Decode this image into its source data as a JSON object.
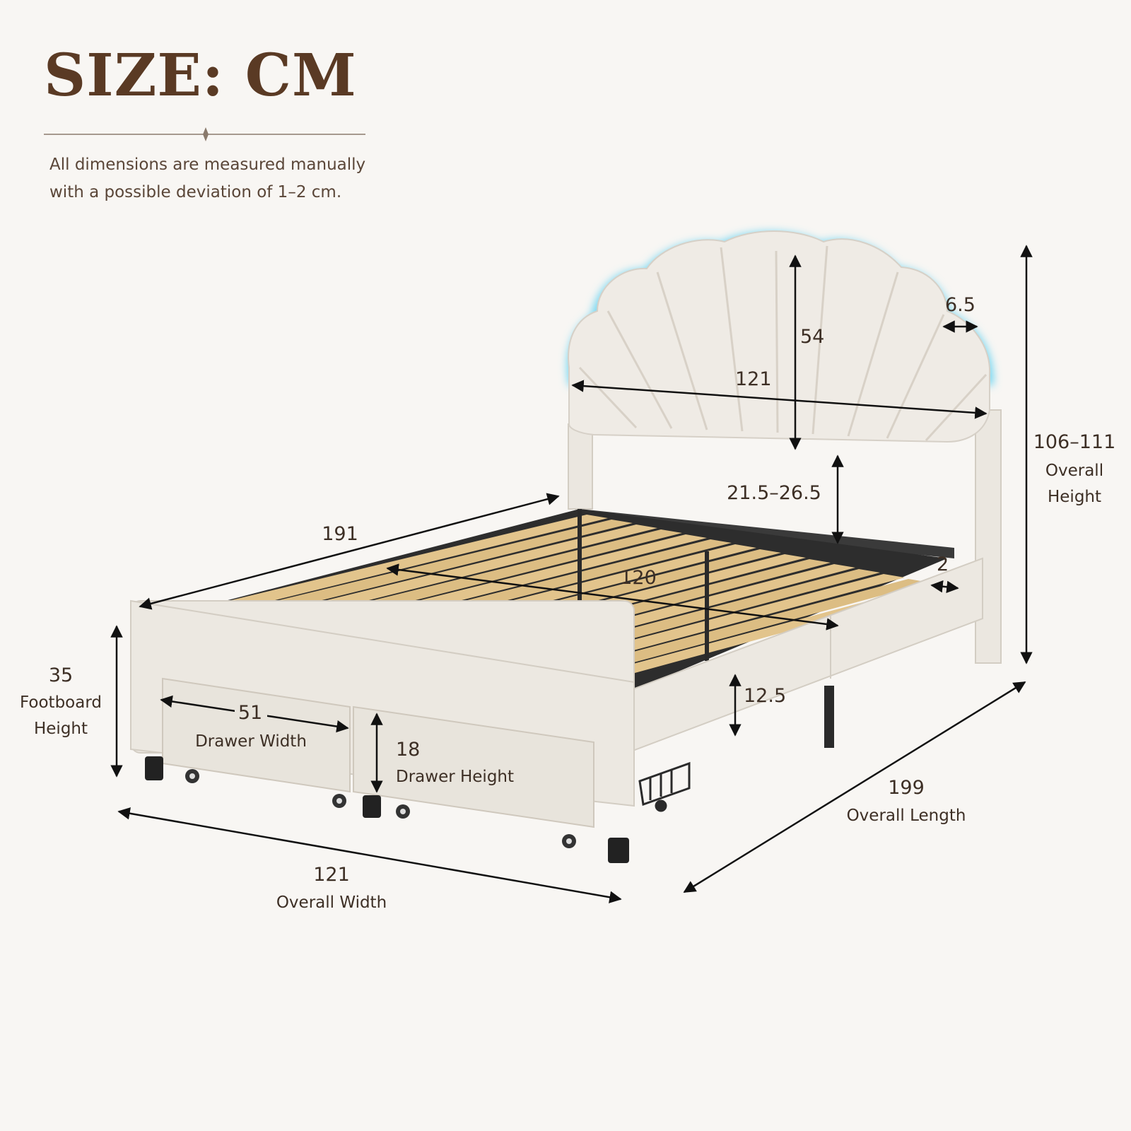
{
  "header": {
    "title": "SIZE: CM",
    "note_line1": "All dimensions are measured manually",
    "note_line2": "with a possible deviation of 1–2 cm."
  },
  "colors": {
    "title": "#5a3a24",
    "text": "#3d2f25",
    "background": "#f8f6f3",
    "fabric": "#ece8e1",
    "led": "#6ad4f2",
    "slat": "#e2c48c",
    "metal": "#2a2a2a"
  },
  "dimensions": {
    "headboard_height": "54",
    "headboard_width": "121",
    "headboard_thickness": "6.5",
    "overall_height_value": "106–111",
    "overall_height_label_1": "Overall",
    "overall_height_label_2": "Height",
    "headboard_gap": "21.5–26.5",
    "side_rail_length": "191",
    "inner_width": "120",
    "rail_thickness": "2",
    "footboard_height_value": "35",
    "footboard_height_label_1": "Footboard",
    "footboard_height_label_2": "Height",
    "drawer_width_value": "51",
    "drawer_width_label": "Drawer Width",
    "drawer_height_value": "18",
    "drawer_height_label": "Drawer Height",
    "side_rail_height": "12.5",
    "overall_length_value": "199",
    "overall_length_label": "Overall Length",
    "overall_width_value": "121",
    "overall_width_label": "Overall Width"
  }
}
